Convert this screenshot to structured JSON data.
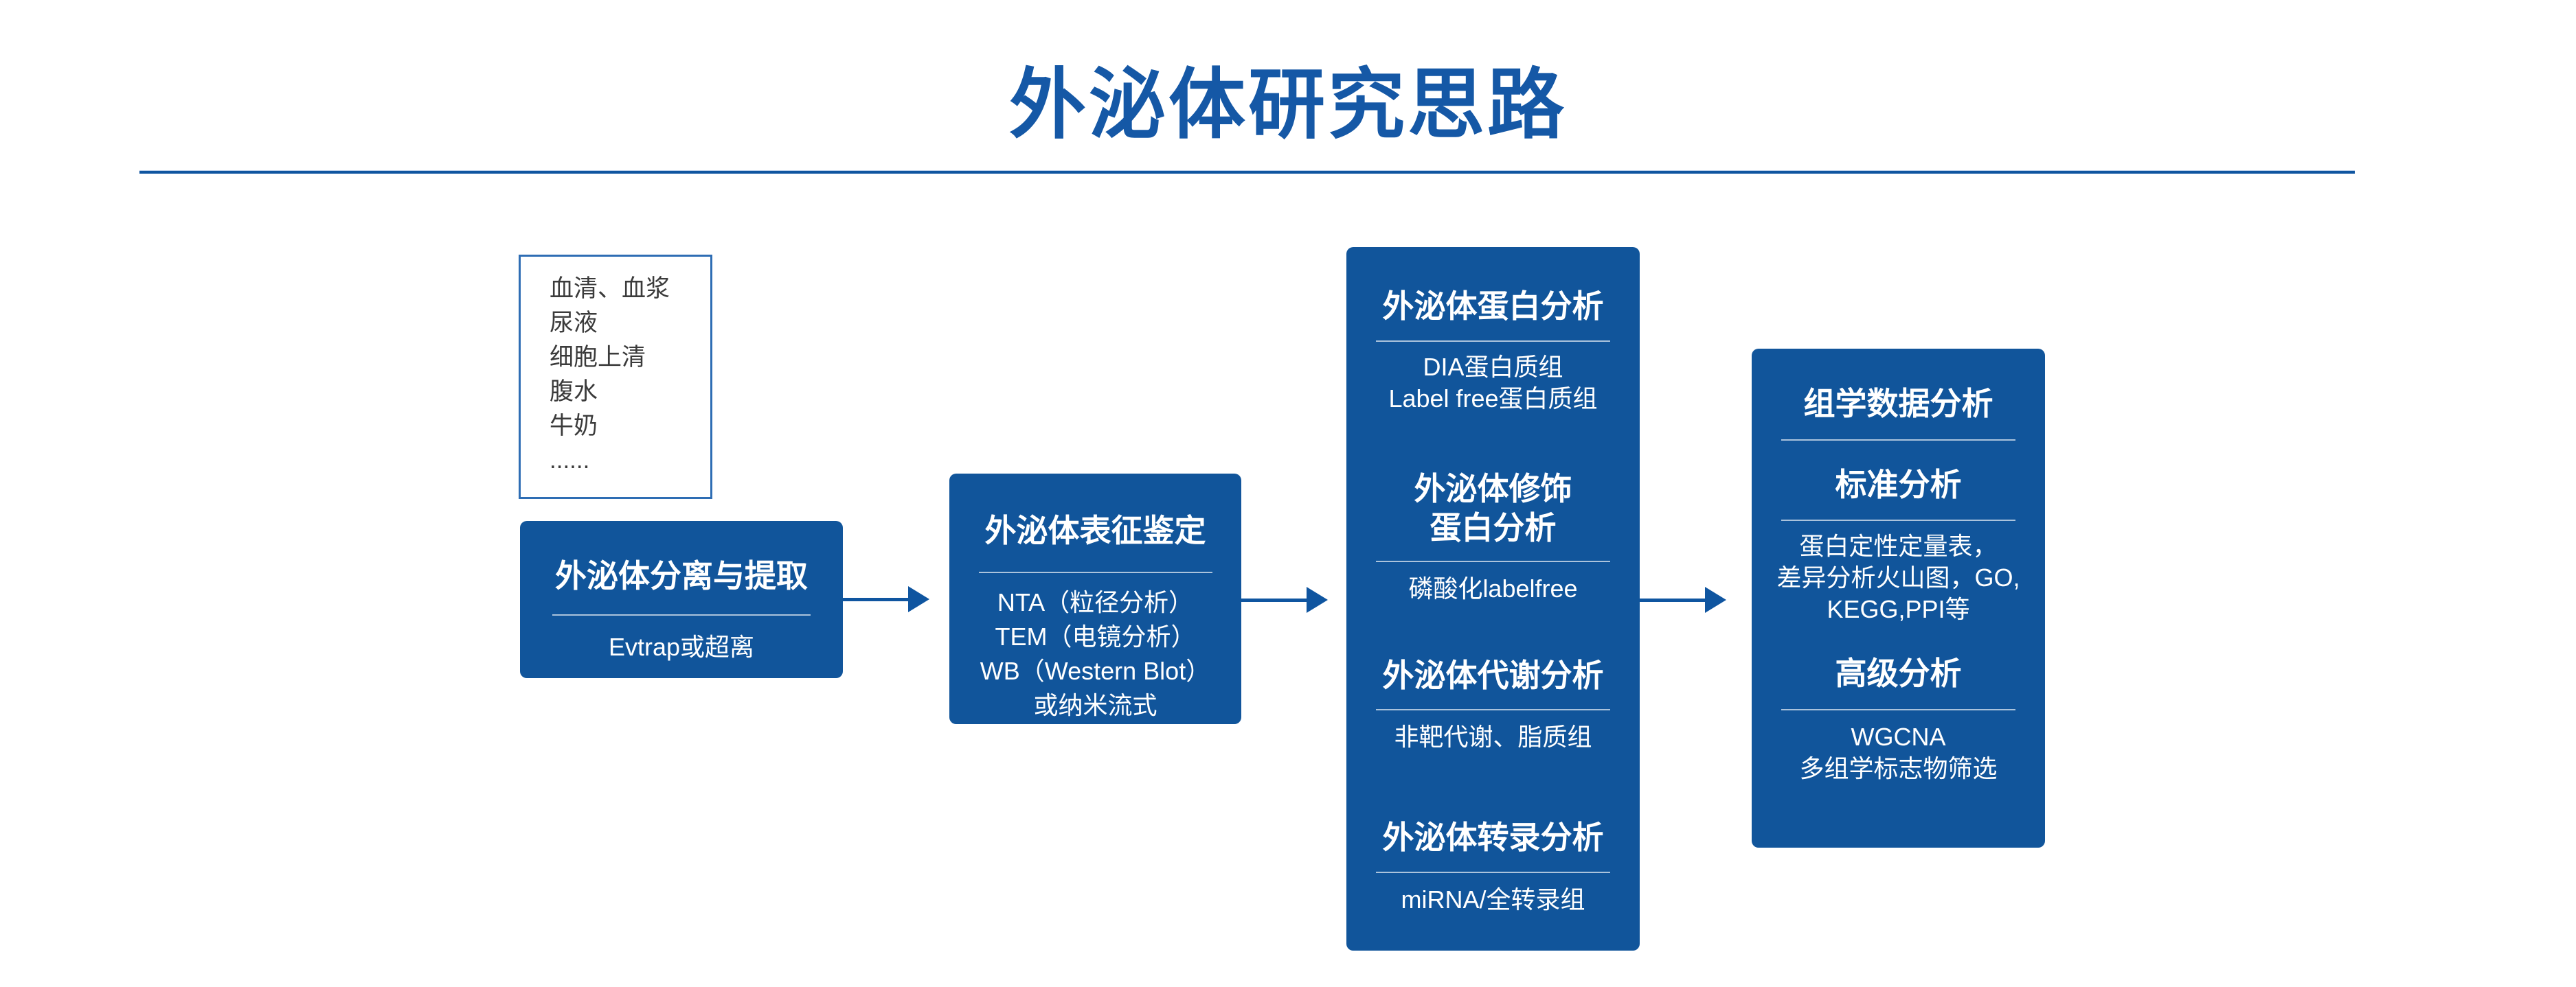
{
  "page": {
    "title": "外泌体研究思路"
  },
  "colors": {
    "primary_blue": "#11559B",
    "accent_blue": "#0F55A0",
    "title_blue": "#1558A6",
    "sample_border": "#2E6DB4",
    "sample_text": "#3B3B3B",
    "box_text": "#FFFFFF"
  },
  "sample_box": {
    "items": [
      "血清、血浆",
      "尿液",
      "细胞上清",
      "腹水",
      "牛奶",
      "......"
    ]
  },
  "flow": {
    "boxes": [
      {
        "name": "exosome-isolation",
        "sections": [
          {
            "heading_lines": [
              "外泌体分离与提取"
            ],
            "lines": [
              "Evtrap或超离"
            ]
          }
        ]
      },
      {
        "name": "exosome-characterization",
        "sections": [
          {
            "heading_lines": [
              "外泌体表征鉴定"
            ],
            "lines": [
              "NTA（粒径分析）",
              "TEM（电镜分析）",
              "WB（Western Blot）",
              "或纳米流式"
            ]
          }
        ]
      },
      {
        "name": "exosome-omics-analysis",
        "sections": [
          {
            "heading_lines": [
              "外泌体蛋白分析"
            ],
            "lines": [
              "DIA蛋白质组",
              "Label free蛋白质组"
            ]
          },
          {
            "heading_lines": [
              "外泌体修饰",
              "蛋白分析"
            ],
            "lines": [
              "磷酸化labelfree"
            ]
          },
          {
            "heading_lines": [
              "外泌体代谢分析"
            ],
            "lines": [
              "非靶代谢、脂质组"
            ]
          },
          {
            "heading_lines": [
              "外泌体转录分析"
            ],
            "lines": [
              "miRNA/全转录组"
            ]
          }
        ]
      },
      {
        "name": "omics-data-analysis",
        "sections": [
          {
            "heading_lines": [
              "组学数据分析"
            ],
            "lines": []
          },
          {
            "heading_lines": [
              "标准分析"
            ],
            "lines": [
              "蛋白定性定量表，",
              "差异分析火山图，GO,",
              "KEGG,PPI等"
            ]
          },
          {
            "heading_lines": [
              "高级分析"
            ],
            "lines": [
              "WGCNA",
              "多组学标志物筛选"
            ]
          }
        ]
      }
    ]
  }
}
